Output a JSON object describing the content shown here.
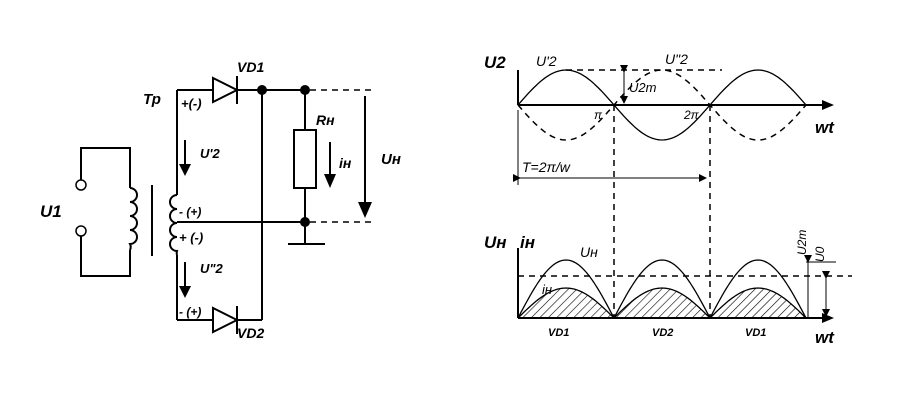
{
  "circuit": {
    "vd1": "VD1",
    "vd2": "VD2",
    "tp": "Тр",
    "u1": "U1",
    "polarity_top": "+(-)",
    "u2_prime": "U'2",
    "polarity_mid_minus": "- (+)",
    "polarity_mid_plus": "+ (-)",
    "u2_double": "U\"2",
    "polarity_bot": "- (+)",
    "rn": "Rн",
    "in": "iн",
    "un": "Uн"
  },
  "top_graph": {
    "y_label": "U2",
    "curve1": "U'2",
    "curve2": "U\"2",
    "amplitude": "U2m",
    "pi": "π",
    "two_pi": "2π",
    "x_label": "wt",
    "period": "T=2π/w"
  },
  "bottom_graph": {
    "y_label_u": "Uн",
    "y_label_i": "iн",
    "curve_u": "Uн",
    "curve_i": "iн",
    "amp": "U2m",
    "avg": "U0",
    "x_label": "wt",
    "seg1": "VD1",
    "seg2": "VD2",
    "seg3": "VD1"
  }
}
